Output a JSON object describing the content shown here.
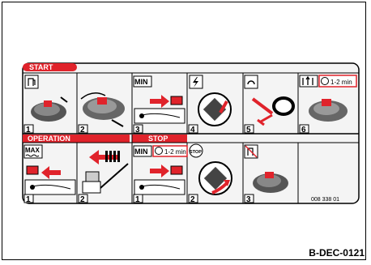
{
  "sections": {
    "start": "START",
    "operation": "OPERATION",
    "stop": "STOP"
  },
  "labels": {
    "min": "MIN",
    "max": "MAX",
    "time": "1-2 min",
    "stop_button": "STOP"
  },
  "steps": {
    "s1": "1",
    "s2": "2",
    "s3": "3",
    "s4": "4",
    "s5": "5",
    "s6": "6"
  },
  "part_number": "008 338 01",
  "doc_code": "B-DEC-0121",
  "colors": {
    "accent": "#e0232b",
    "line": "#000000",
    "panel_bg": "#f2f2f2"
  }
}
